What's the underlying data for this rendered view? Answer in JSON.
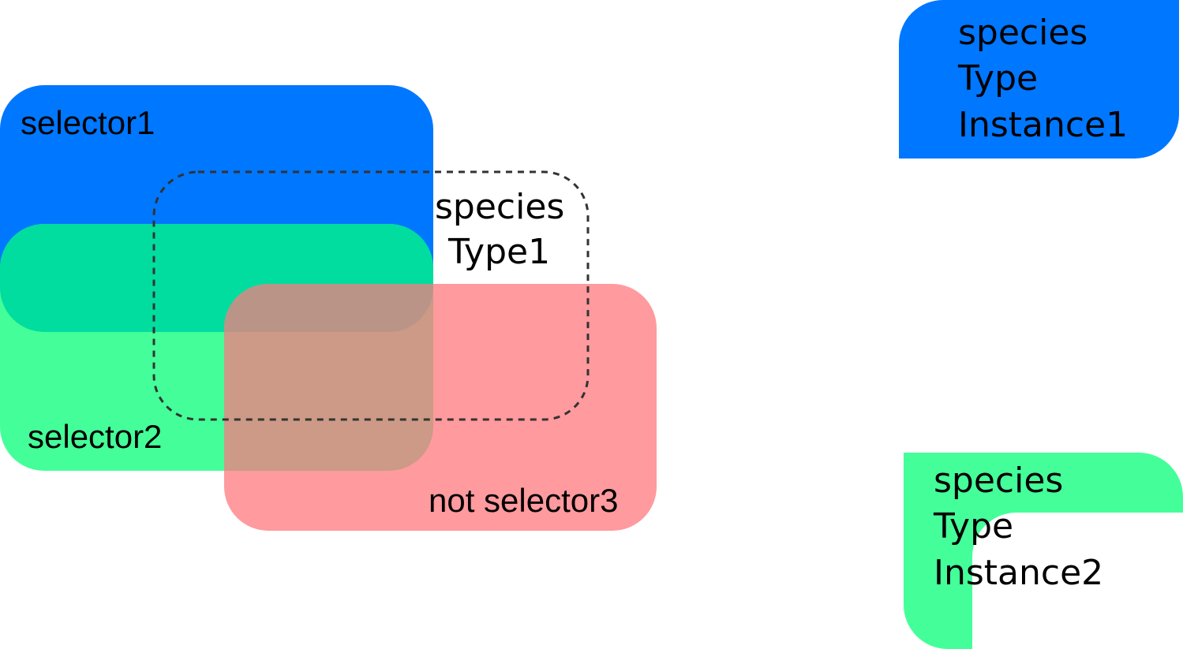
{
  "colors": {
    "selector1": "#0077ff",
    "selector2": "#44ff99",
    "overlap_1_2": "#00dd9f",
    "selector3": "#ff9a9e",
    "overlap_with_selector3": "#cc9a86",
    "overlap_all": "#bb9488",
    "dashed_outline": "#333333",
    "instance1_fill": "#0077ff",
    "instance2_fill": "#44ff99"
  },
  "labels": {
    "selector1": "selector1",
    "selector2": "selector2",
    "selector3": "not selector3",
    "species_type": {
      "line1": "species",
      "line2": "Type1"
    }
  },
  "instances": [
    {
      "line1": "species",
      "line2": "Type",
      "line3": "Instance1"
    },
    {
      "line1": "species",
      "line2": "Type",
      "line3": "Instance2"
    }
  ]
}
